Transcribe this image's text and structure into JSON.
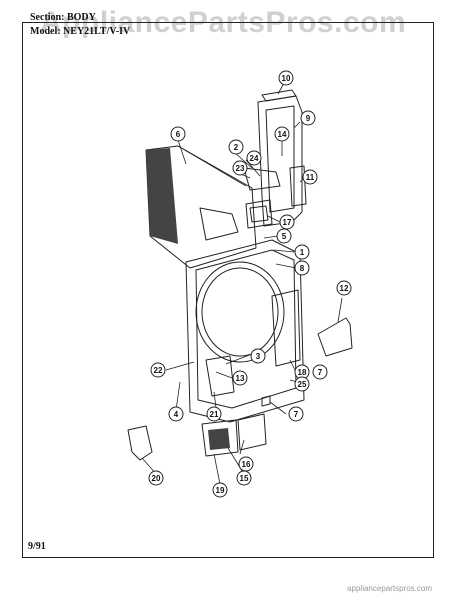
{
  "header": {
    "section": "Section:   BODY",
    "model": "Model:   NEY21LT/V-IV"
  },
  "footer": {
    "date": "9/91"
  },
  "watermark": {
    "text": "AppliancePartsPros.com"
  },
  "credit": {
    "text": "appliancepartspros.com"
  },
  "callouts": [
    "10",
    "9",
    "14",
    "6",
    "2",
    "24",
    "23",
    "11",
    "17",
    "5",
    "1",
    "8",
    "12",
    "3",
    "22",
    "13",
    "18",
    "7",
    "25",
    "4",
    "7",
    "21",
    "16",
    "20",
    "19",
    "15"
  ],
  "colors": {
    "line": "#222222",
    "shade": "#444444",
    "watermark": "#969696"
  }
}
